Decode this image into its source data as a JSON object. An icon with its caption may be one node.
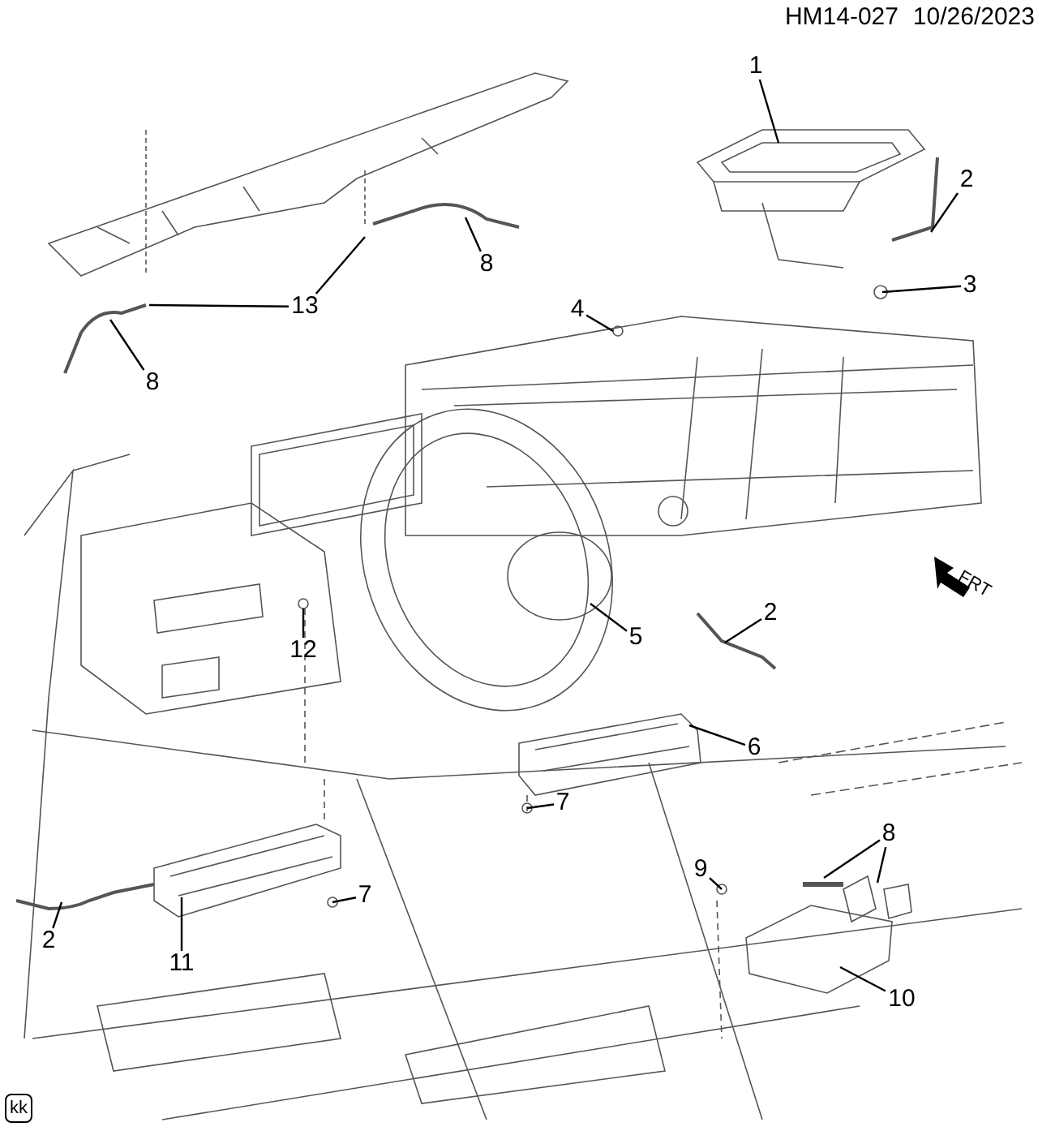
{
  "diagram": {
    "nodes": [
      {
        "text": [
          "1"
        ]
      },
      {
        "text": [
          "2"
        ]
      },
      {
        "text": [
          "3"
        ]
      },
      {
        "text": [
          "4"
        ]
      },
      {
        "text": [
          "8"
        ]
      },
      {
        "text": [
          "13"
        ]
      },
      {
        "text": [
          "8"
        ]
      },
      {
        "text": [
          "12"
        ]
      },
      {
        "text": [
          "5"
        ]
      },
      {
        "text": [
          "2"
        ]
      },
      {
        "text": [
          "6"
        ]
      },
      {
        "text": [
          "7"
        ]
      },
      {
        "text": [
          "7"
        ]
      },
      {
        "text": [
          "9"
        ]
      },
      {
        "text": [
          "8"
        ]
      },
      {
        "text": [
          "10"
        ]
      },
      {
        "text": [
          "2"
        ]
      },
      {
        "text": [
          "11"
        ]
      }
    ],
    "edges": [
      {
        "from": 0,
        "to": null,
        "arrow": "none"
      },
      {
        "from": 1,
        "to": null,
        "arrow": "none"
      },
      {
        "from": 2,
        "to": null,
        "arrow": "none"
      },
      {
        "from": 3,
        "to": null,
        "arrow": "none"
      },
      {
        "from": 4,
        "to": null,
        "arrow": "none"
      },
      {
        "from": 5,
        "to": null,
        "arrow": "none"
      },
      {
        "from": 5,
        "to": null,
        "arrow": "none"
      },
      {
        "from": 6,
        "to": null,
        "arrow": "none"
      },
      {
        "from": 7,
        "to": null,
        "arrow": "none"
      },
      {
        "from": 8,
        "to": null,
        "arrow": "none"
      },
      {
        "from": 9,
        "to": null,
        "arrow": "none"
      },
      {
        "from": 10,
        "to": null,
        "arrow": "none"
      },
      {
        "from": 11,
        "to": null,
        "arrow": "none"
      },
      {
        "from": 12,
        "to": null,
        "arrow": "none"
      },
      {
        "from": 13,
        "to": null,
        "arrow": "none"
      },
      {
        "from": 14,
        "to": null,
        "arrow": "none"
      },
      {
        "from": 14,
        "to": null,
        "arrow": "none"
      },
      {
        "from": 15,
        "to": null,
        "arrow": "none"
      },
      {
        "from": 16,
        "to": null,
        "arrow": "none"
      },
      {
        "from": 17,
        "to": null,
        "arrow": "none"
      }
    ],
    "labels": [
      "HM14-027",
      "10/26/2023",
      "FRT",
      "kk"
    ]
  }
}
